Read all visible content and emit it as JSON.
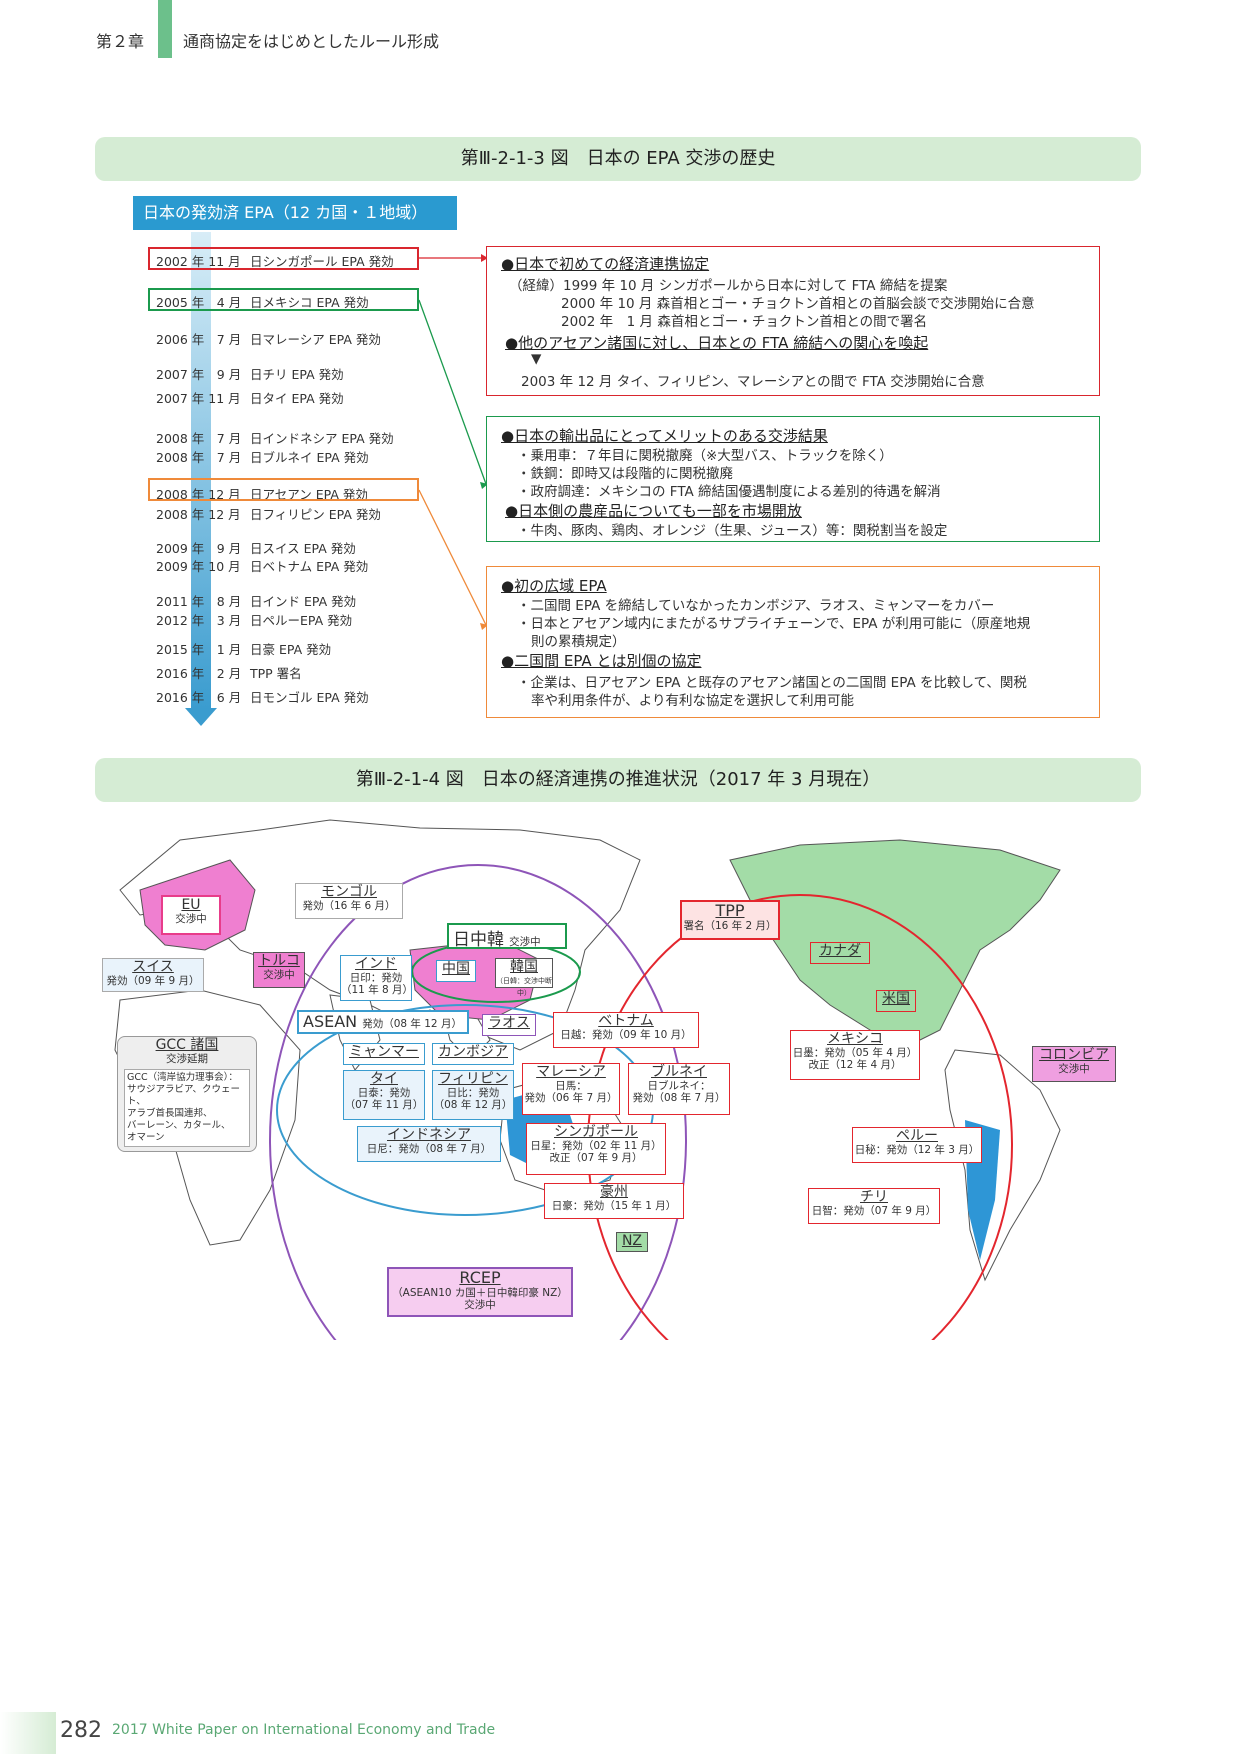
{
  "header": {
    "chapter": "第２章",
    "title": "通商協定をはじめとしたルール形成"
  },
  "figure1": {
    "title": "第Ⅲ-2-1-3 図　日本の EPA 交渉の歴史",
    "timeline_header": "日本の発効済 EPA（12 カ国・１地域）",
    "timeline": [
      {
        "date": "2002 年 11 月",
        "event": "日シンガポール EPA 発効"
      },
      {
        "date": "2005 年　4 月",
        "event": "日メキシコ EPA 発効"
      },
      {
        "date": "2006 年　7 月",
        "event": "日マレーシア EPA 発効"
      },
      {
        "date": "2007 年　9 月",
        "event": "日チリ EPA 発効"
      },
      {
        "date": "2007 年 11 月",
        "event": "日タイ EPA 発効"
      },
      {
        "date": "2008 年　7 月",
        "event": "日インドネシア EPA 発効"
      },
      {
        "date": "2008 年　7 月",
        "event": "日ブルネイ EPA 発効"
      },
      {
        "date": "2008 年 12 月",
        "event": "日アセアン EPA 発効"
      },
      {
        "date": "2008 年 12 月",
        "event": "日フィリピン EPA 発効"
      },
      {
        "date": "2009 年　9 月",
        "event": "日スイス EPA 発効"
      },
      {
        "date": "2009 年 10 月",
        "event": "日ベトナム EPA 発効"
      },
      {
        "date": "2011 年　8 月",
        "event": "日インド EPA 発効"
      },
      {
        "date": "2012 年　3 月",
        "event": "日ペルーEPA 発効"
      },
      {
        "date": "2015 年　1 月",
        "event": "日豪 EPA 発効"
      },
      {
        "date": "2016 年　2 月",
        "event": "TPP 署名"
      },
      {
        "date": "2016 年　6 月",
        "event": "日モンゴル EPA 発効"
      }
    ],
    "box_singapore": [
      "●日本で初めての経済連携協定",
      "（経緯）1999 年 10 月 シンガポールから日本に対して FTA 締結を提案",
      "2000 年 10 月 森首相とゴー・チョクトン首相との首脳会談で交渉開始に合意",
      "2002 年　1 月 森首相とゴー・チョクトン首相との間で署名",
      "●他のアセアン諸国に対し、日本との FTA 締結への関心を喚起",
      "▼",
      "2003 年 12 月 タイ、フィリピン、マレーシアとの間で FTA 交渉開始に合意"
    ],
    "box_mexico": [
      "●日本の輸出品にとってメリットのある交渉結果",
      "・乗用車：７年目に関税撤廃（※大型バス、トラックを除く）",
      "・鉄鋼：即時又は段階的に関税撤廃",
      "・政府調達：メキシコの FTA 締結国優遇制度による差別的待遇を解消",
      "●日本側の農産品についても一部を市場開放",
      "・牛肉、豚肉、鶏肉、オレンジ（生果、ジュース）等：関税割当を設定"
    ],
    "box_asean": [
      "●初の広域 EPA",
      "・二国間 EPA を締結していなかったカンボジア、ラオス、ミャンマーをカバー",
      "・日本とアセアン域内にまたがるサプライチェーンで、EPA が利用可能に（原産地規",
      "則の累積規定）",
      "●二国間 EPA とは別個の協定",
      "・企業は、日アセアン EPA と既存のアセアン諸国との二国間 EPA を比較して、関税",
      "率や利用条件が、より有利な協定を選択して利用可能"
    ]
  },
  "figure2": {
    "title": "第Ⅲ-2-1-4 図　日本の経済連携の推進状況（2017 年 3 月現在）",
    "labels": {
      "eu": {
        "name": "EU",
        "status": "交渉中"
      },
      "mongolia": {
        "name": "モンゴル",
        "status": "発効（16 年 6 月）"
      },
      "swiss": {
        "name": "スイス",
        "status": "発効（09 年 9 月）"
      },
      "turkey": {
        "name": "トルコ",
        "status": "交渉中"
      },
      "india": {
        "name": "インド",
        "status1": "日印：発効",
        "status2": "（11 年 8 月）"
      },
      "cjk": {
        "name": "日中韓",
        "status": "交渉中"
      },
      "china": {
        "name": "中国"
      },
      "korea": {
        "name": "韓国",
        "status": "（日韓：交渉中断中）"
      },
      "asean": {
        "name": "ASEAN",
        "status": "発効（08 年 12 月）"
      },
      "laos": {
        "name": "ラオス"
      },
      "vietnam": {
        "name": "ベトナム",
        "status": "日越：発効（09 年 10 月）"
      },
      "gcc": {
        "name": "GCC 諸国",
        "status": "交渉延期",
        "note": [
          "GCC（湾岸協力理事会）：",
          "サウジアラビア、クウェート、",
          "アラブ首長国連邦、",
          "バーレーン、カタール、",
          "オマーン"
        ]
      },
      "myanmar": {
        "name": "ミャンマー"
      },
      "cambodia": {
        "name": "カンボジア"
      },
      "thai": {
        "name": "タイ",
        "status1": "日泰：発効",
        "status2": "（07 年 11 月）"
      },
      "philippines": {
        "name": "フィリピン",
        "status1": "日比：発効",
        "status2": "（08 年 12 月）"
      },
      "malaysia": {
        "name": "マレーシア",
        "status1": "日馬：",
        "status2": "発効（06 年 7 月）"
      },
      "brunei": {
        "name": "ブルネイ",
        "status1": "日ブルネイ：",
        "status2": "発効（08 年 7 月）"
      },
      "indonesia": {
        "name": "インドネシア",
        "status": "日尼：発効（08 年 7 月）"
      },
      "singapore": {
        "name": "シンガポール",
        "status1": "日星：発効（02 年 11 月）",
        "status2": "改正（07 年 9 月）"
      },
      "australia": {
        "name": "豪州",
        "status": "日豪：発効（15 年 1 月）"
      },
      "nz": {
        "name": "NZ"
      },
      "rcep": {
        "name": "RCEP",
        "status1": "（ASEAN10 カ国＋日中韓印豪 NZ）",
        "status2": "交渉中"
      },
      "tpp": {
        "name": "TPP",
        "status": "署名（16 年 2 月）"
      },
      "canada": {
        "name": "カナダ"
      },
      "usa": {
        "name": "米国"
      },
      "mexico": {
        "name": "メキシコ",
        "status1": "日墨：発効（05 年 4 月）",
        "status2": "改正（12 年 4 月）"
      },
      "colombia": {
        "name": "コロンビア",
        "status": "交渉中"
      },
      "peru": {
        "name": "ペルー",
        "status": "日秘：発効（12 年 3 月）"
      },
      "chile": {
        "name": "チリ",
        "status": "日智：発効（07 年 9 月）"
      }
    }
  },
  "footer": {
    "page": "282",
    "text": "2017 White Paper on International Economy and Trade"
  }
}
